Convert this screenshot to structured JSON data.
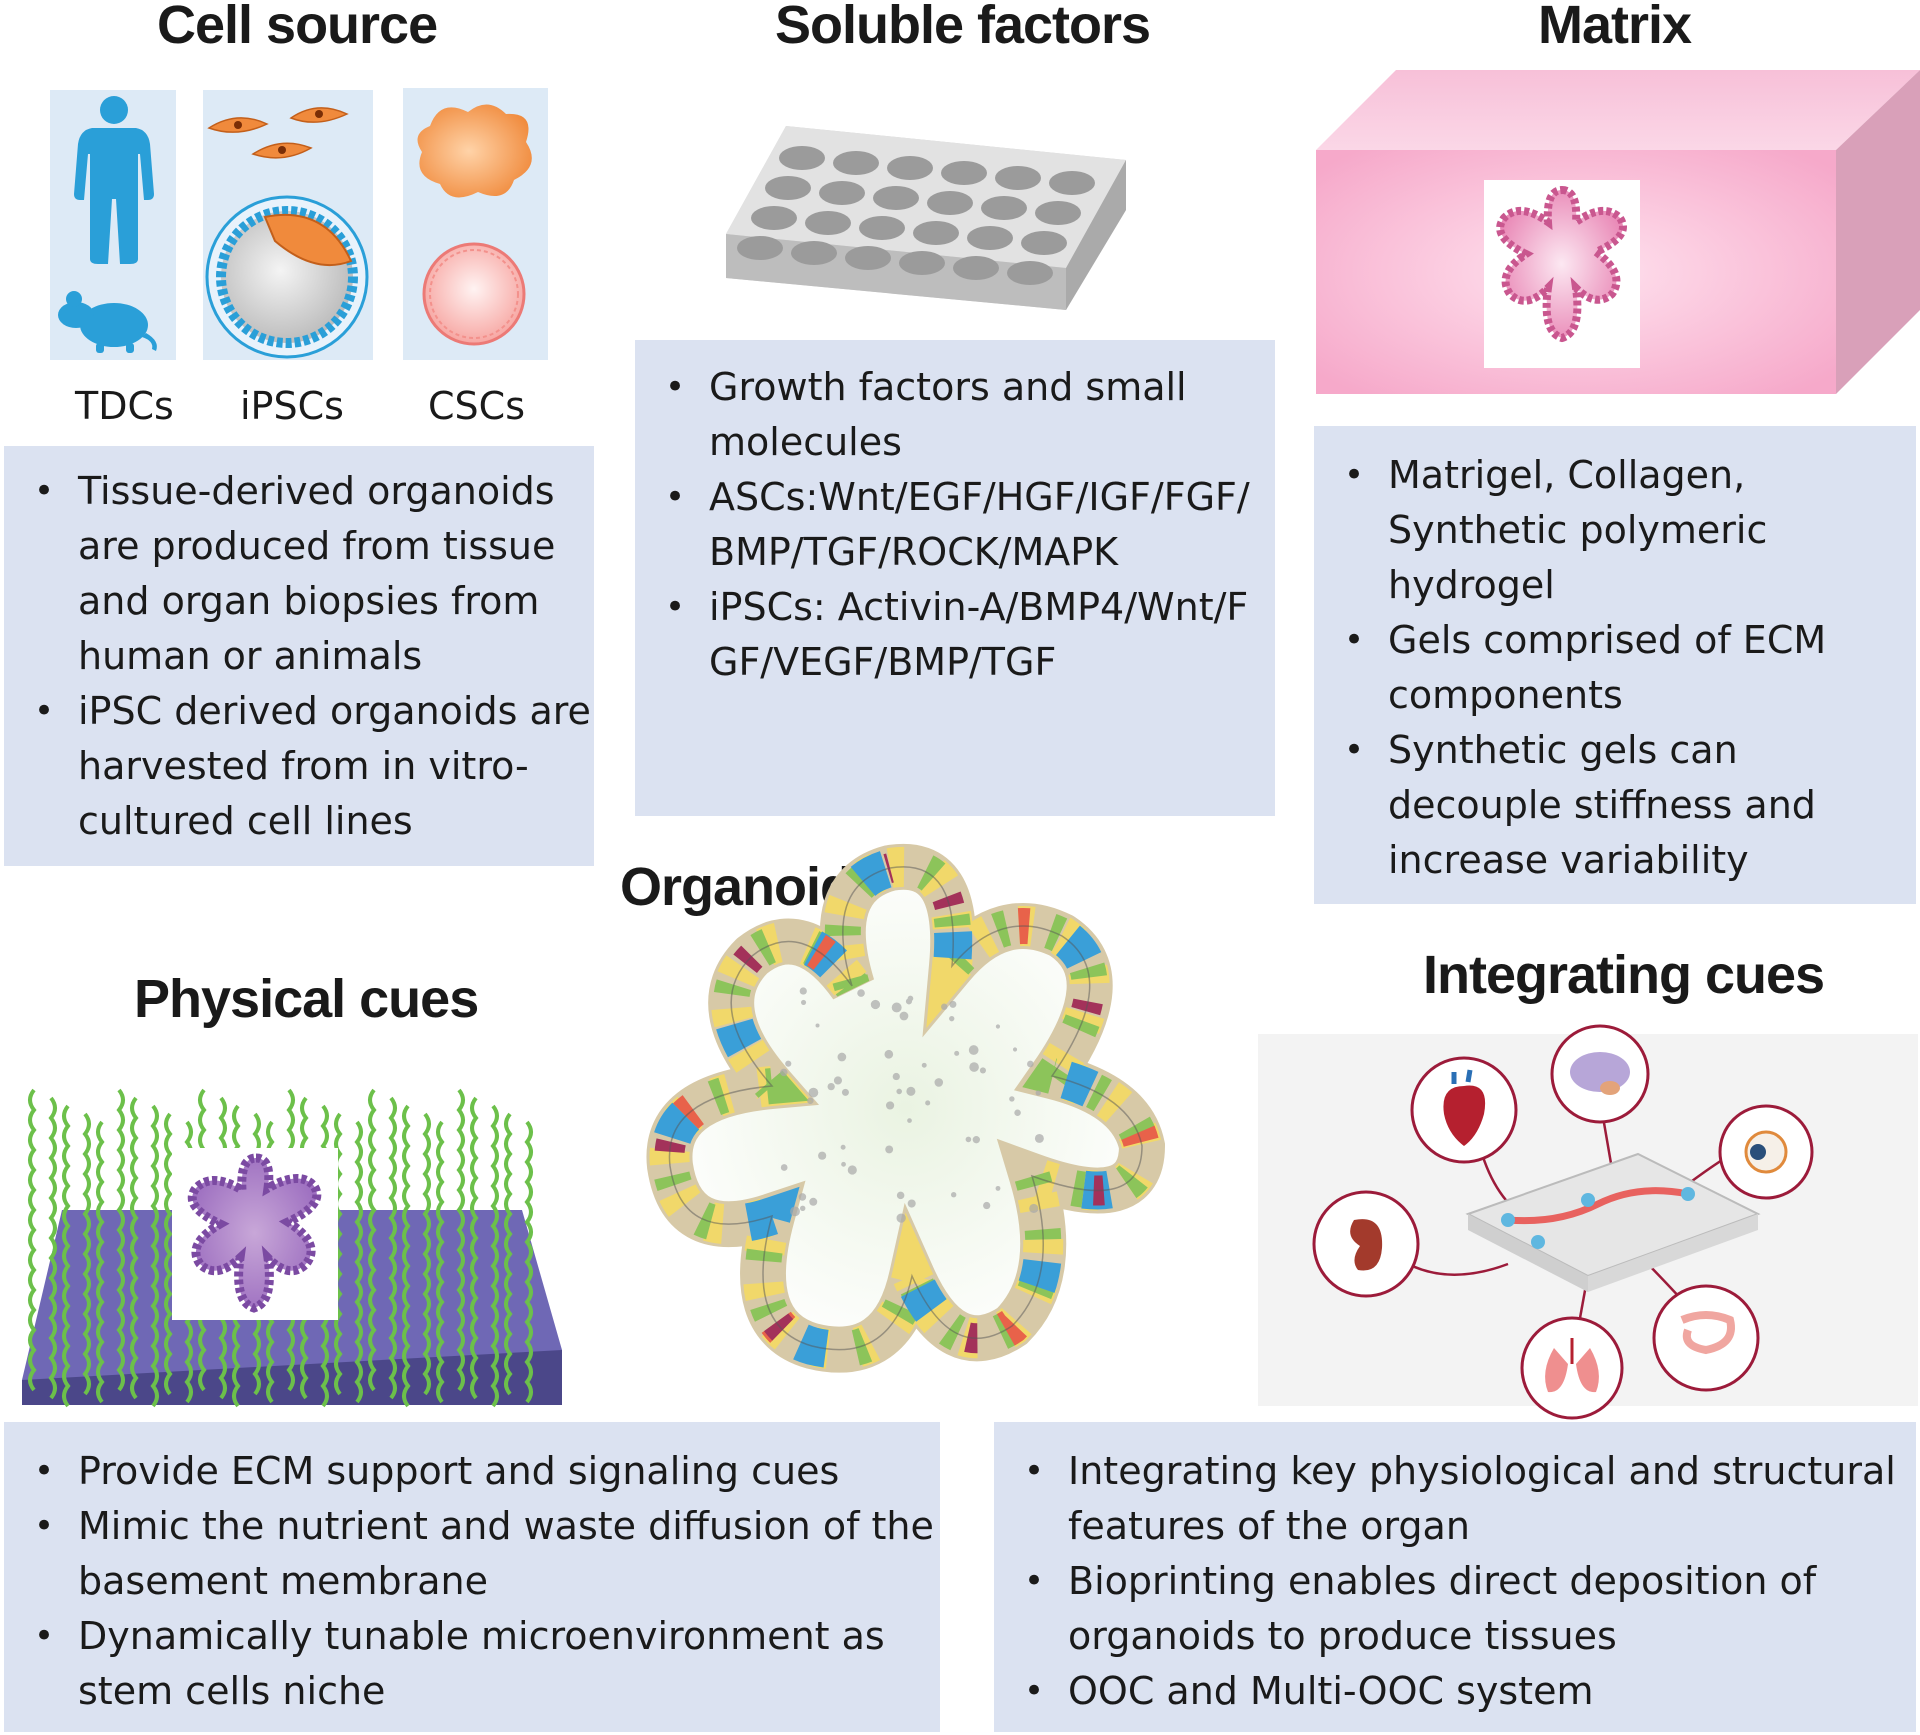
{
  "cell_source": {
    "title": "Cell source",
    "labels": [
      "TDCs",
      "iPSCs",
      "CSCs"
    ],
    "bullets": [
      "Tissue-derived organoids are produced from tissue and organ biopsies from human or animals",
      "iPSC derived organoids are harvested from in vitro-cultured cell lines"
    ]
  },
  "soluble_factors": {
    "title": "Soluble factors",
    "bullets": [
      "Growth factors and small molecules",
      "ASCs:Wnt/EGF/HGF/IGF/FGF/BMP/TGF/ROCK/MAPK",
      "iPSCs: Activin-A/BMP4/Wnt/FGF/VEGF/BMP/TGF"
    ]
  },
  "matrix": {
    "title": "Matrix",
    "bullets": [
      "Matrigel, Collagen, Synthetic polymeric hydrogel",
      "Gels comprised of ECM components",
      "Synthetic gels can decouple stiffness and increase variability"
    ]
  },
  "organoids": {
    "title": "Organoids"
  },
  "physical_cues": {
    "title": "Physical cues",
    "bullets": [
      "Provide ECM support and signaling cues",
      "Mimic the nutrient and waste diffusion of the basement membrane",
      "Dynamically tunable microenvironment as stem cells niche"
    ]
  },
  "integrating_cues": {
    "title": "Integrating cues",
    "bullets": [
      "Integrating key physiological and structural features of the organ",
      "Bioprinting enables direct deposition of organoids to produce tissues",
      "OOC and Multi-OOC system"
    ]
  },
  "colors": {
    "box_fill": "#dbe2f1",
    "human_icon": "#2a9fd8",
    "ipsc_orange": "#f08a3c",
    "matrix_pink": "#f6b7d3",
    "physical_membrane": "#6f68b5",
    "fiber_green": "#6cc04a"
  }
}
